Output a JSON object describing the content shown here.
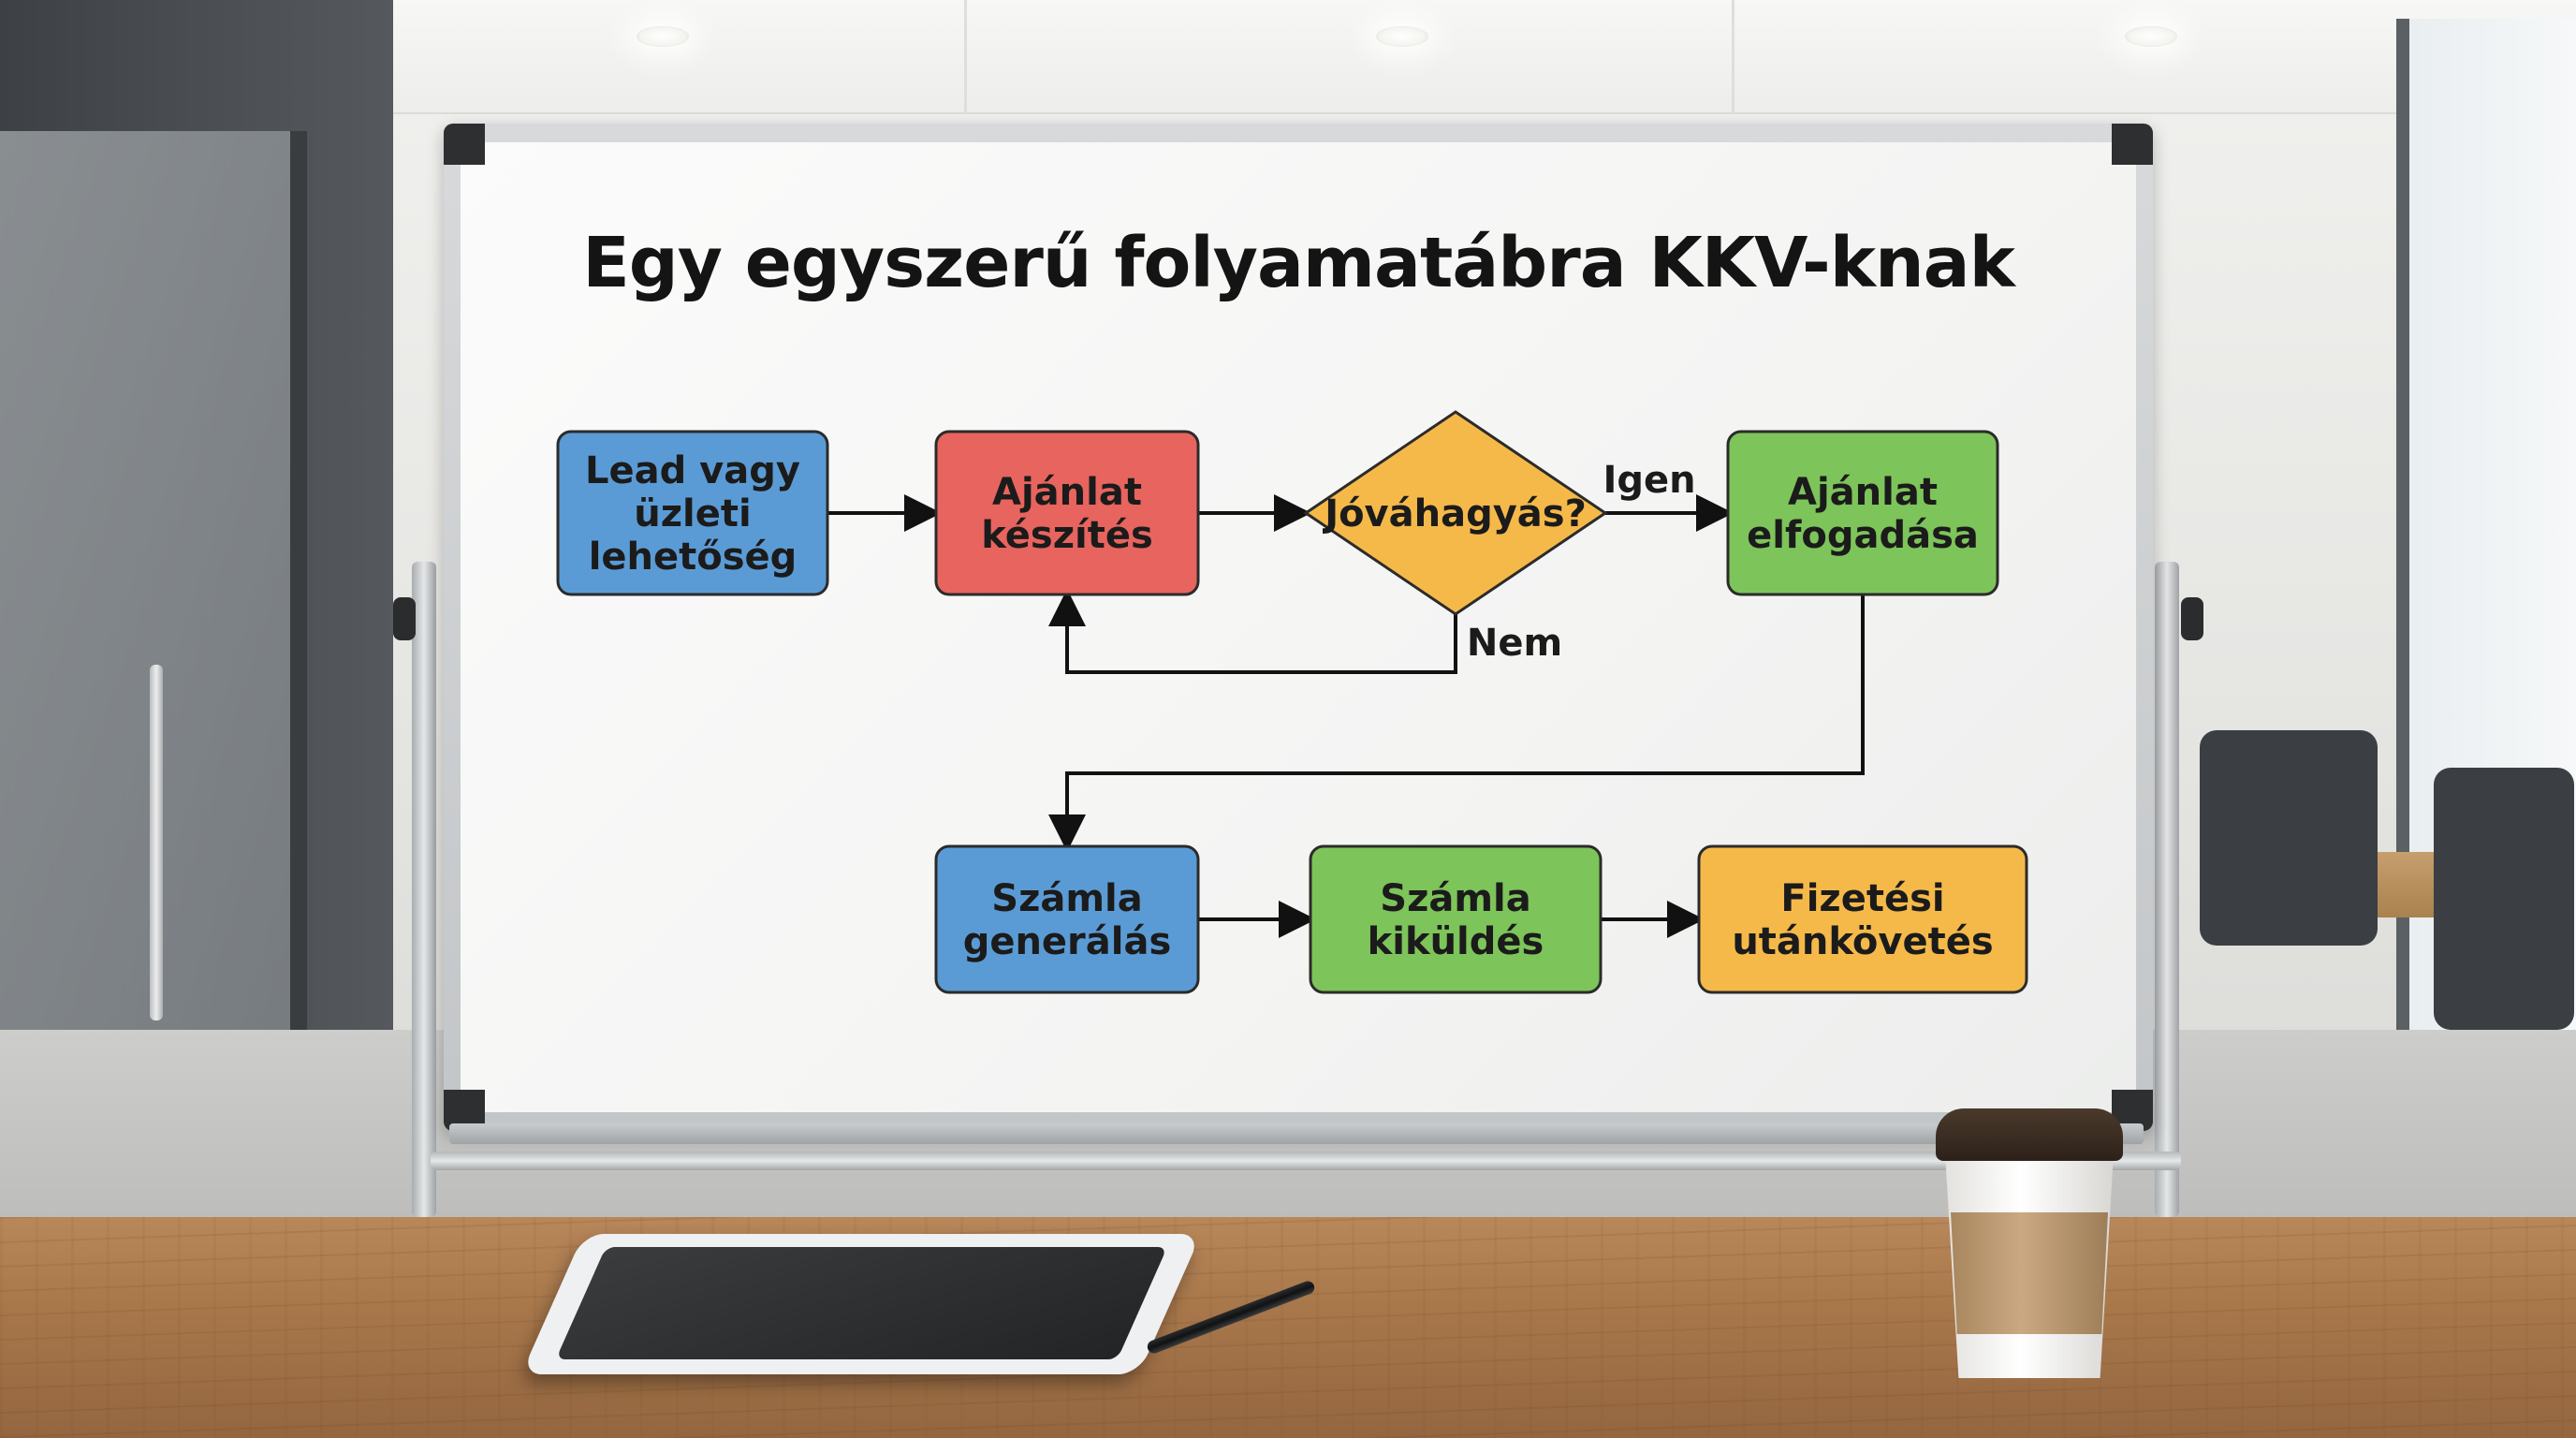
{
  "board": {
    "title": "Egy egyszerű folyamatábra KKV-knak"
  },
  "flowchart": {
    "nodes": [
      {
        "id": "lead",
        "shape": "rect",
        "color": "#5b9bd5",
        "lines": [
          "Lead vagy",
          "üzleti",
          "lehetőség"
        ]
      },
      {
        "id": "ajanlat_keszites",
        "shape": "rect",
        "color": "#e8645e",
        "lines": [
          "Ajánlat",
          "készítés"
        ]
      },
      {
        "id": "jovahagyas",
        "shape": "diamond",
        "color": "#f5b94a",
        "lines": [
          "Jóváhagyás?"
        ]
      },
      {
        "id": "ajanlat_elfogadasa",
        "shape": "rect",
        "color": "#7dc45a",
        "lines": [
          "Ajánlat",
          "elfogadása"
        ]
      },
      {
        "id": "szamla_generalas",
        "shape": "rect",
        "color": "#5b9bd5",
        "lines": [
          "Számla",
          "generálás"
        ]
      },
      {
        "id": "szamla_kikuldes",
        "shape": "rect",
        "color": "#7dc45a",
        "lines": [
          "Számla",
          "kiküldés"
        ]
      },
      {
        "id": "fizetesi_utankovetes",
        "shape": "rect",
        "color": "#f5b94a",
        "lines": [
          "Fizetési",
          "utánkövetés"
        ]
      }
    ],
    "edges": [
      {
        "from": "lead",
        "to": "ajanlat_keszites",
        "label": ""
      },
      {
        "from": "ajanlat_keszites",
        "to": "jovahagyas",
        "label": ""
      },
      {
        "from": "jovahagyas",
        "to": "ajanlat_elfogadasa",
        "label": "Igen"
      },
      {
        "from": "jovahagyas",
        "to": "ajanlat_keszites",
        "label": "Nem"
      },
      {
        "from": "ajanlat_elfogadasa",
        "to": "szamla_generalas",
        "label": ""
      },
      {
        "from": "szamla_generalas",
        "to": "szamla_kikuldes",
        "label": ""
      },
      {
        "from": "szamla_kikuldes",
        "to": "fizetesi_utankovetes",
        "label": ""
      }
    ]
  }
}
